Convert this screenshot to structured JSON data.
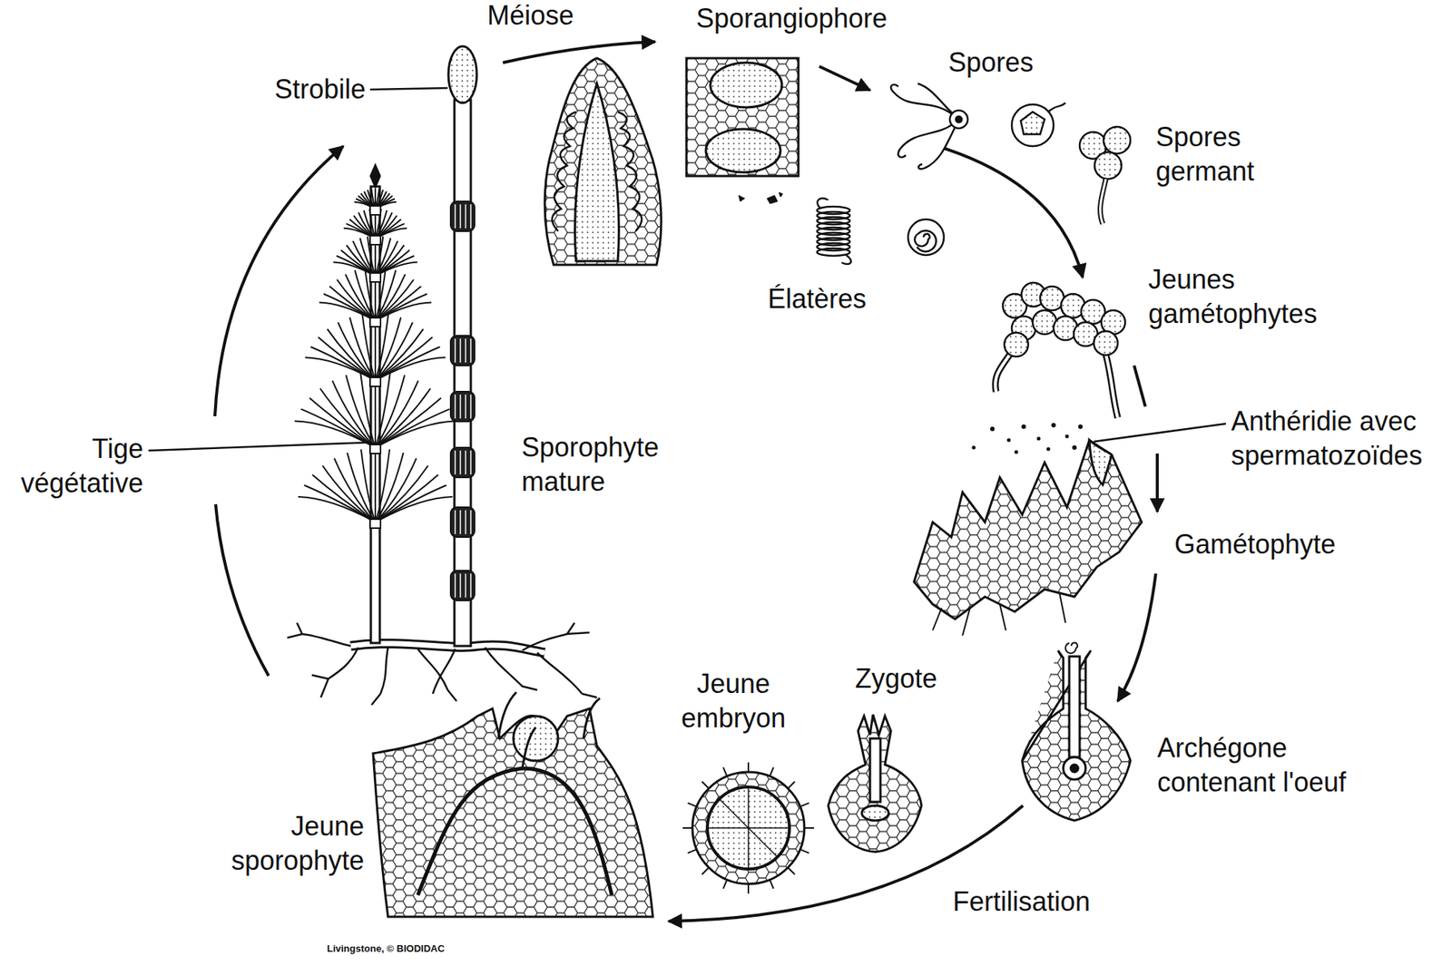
{
  "diagram": {
    "labels": [
      "Méiose",
      "Sporangiophore",
      "Spores",
      "Strobile",
      "Spores germant",
      "Élatères",
      "Jeunes gamétophytes",
      "Anthéridie avec spermatozoïdes",
      "Gamétophyte",
      "Tige végétative",
      "Sporophyte mature",
      "Archégone contenant l'oeuf",
      "Fertilisation",
      "Zygote",
      "Jeune embryon",
      "Jeune sporophyte",
      "Livingstone, © BIODIDAC"
    ]
  }
}
